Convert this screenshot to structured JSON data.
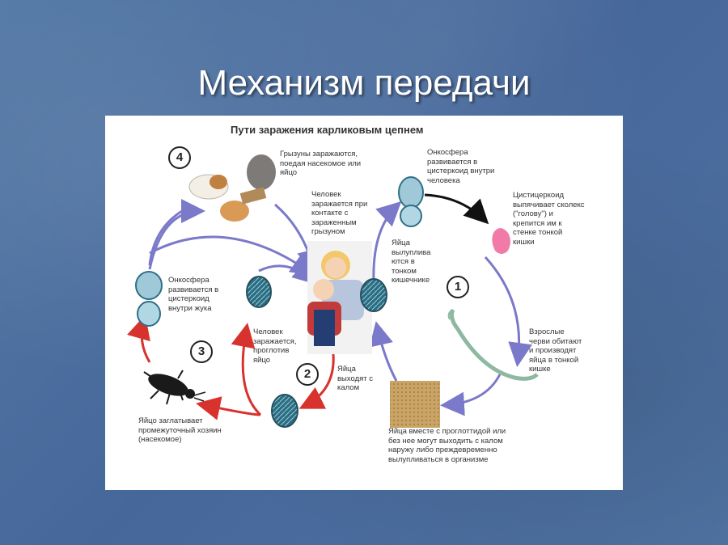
{
  "slide": {
    "title": "Механизм передачи"
  },
  "diagram": {
    "title": "Пути заражения карликовым цепнем",
    "numbers": [
      "4",
      "1",
      "2",
      "3"
    ],
    "labels": {
      "rodents": "Грызуны заражаются,\nпоедая насекомое или\nяйцо",
      "human_contact": "Человек\nзаражается при\nконтакте с\nзараженным\nгрызуном",
      "oncosphere_human": "Онкосфера\nразвивается в\nцистеркоид внутри\nчеловека",
      "cysticercoid": "Цистицеркоид\nвыпячивает сколекс\n(\"голову\") и\nкрепится им к\nстенке тонкой\nкишки",
      "eggs_hatch": "Яйца\nвылуплива\nются в\nтонком\nкишечнике",
      "oncosphere_beetle": "Онкосфера\nразвивается в\nцистеркоид\nвнутри жука",
      "human_swallow": "Человек\nзаражается,\nпроглотив\nяйцо",
      "eggs_out": "Яйца\nвыходят с\nкалом",
      "adult_worms": "Взрослые\nчерви обитают\nи производят\nяйца в тонкой\nкишке",
      "eggs_outside": "Яйца вместе с проглоттидой или\nбез нее могут выходить с калом\nнаружу либо преждевременно\nвылупливаться в организме",
      "insect": "Яйцо заглатывает\nпромежуточный хозяин\n(насекомое)"
    }
  },
  "colors": {
    "blue_arrow": "#7b79c9",
    "red_arrow": "#d8322e",
    "black_arrow": "#111111",
    "egg": "#2f6f86"
  }
}
